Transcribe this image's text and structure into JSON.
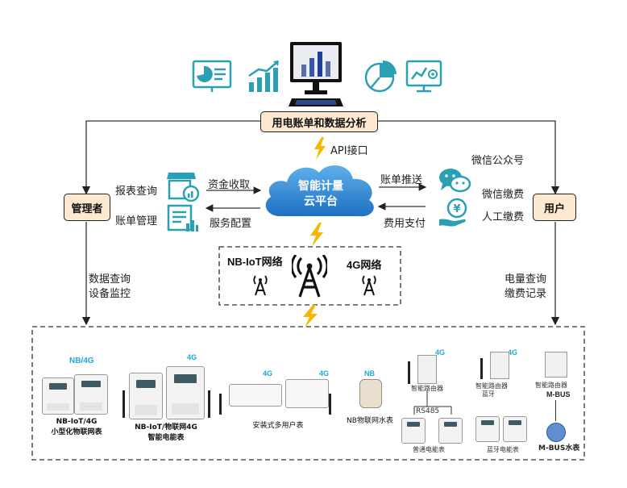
{
  "top": {
    "title_box": "用电账单和数据分析",
    "api_label": "API接口"
  },
  "cloud": {
    "line1": "智能计量",
    "line2": "云平台"
  },
  "manager": {
    "box": "管理者",
    "report_query": "报表查询",
    "bill_mgmt": "账单管理",
    "fund_collect": "资金收取",
    "service_config": "服务配置",
    "data_query": "数据查询",
    "device_monitor": "设备监控"
  },
  "user": {
    "box": "用户",
    "bill_push": "账单推送",
    "fee_payment": "费用支付",
    "wechat_official": "微信公众号",
    "wechat_pay": "微信缴费",
    "manual_pay": "人工缴费",
    "power_query": "电量查询",
    "payment_record": "缴费记录"
  },
  "network": {
    "nbiot": "NB-IoT网络",
    "g4": "4G网络"
  },
  "devices": {
    "nb4g_tag": "NB/4G",
    "small_meter_line1": "NB-IoT/4G",
    "small_meter_line2": "小型化物联网表",
    "smart_meter_line1": "NB-IoT/物联网4G",
    "smart_meter_line2": "智能电能表",
    "rail_meter": "安装式多用户表",
    "nb_tag": "NB",
    "nb_water": "NB物联网水表",
    "router1": "智能路由器",
    "rs485": "RS485",
    "normal_meter": "普通电能表",
    "router2_line1": "智能路由器",
    "router2_line2": "蓝牙",
    "bt_meter": "蓝牙电能表",
    "router3": "智能路由器",
    "mbus": "M-BUS",
    "mbus_water": "M-BUS水表",
    "tag_4g": "4G"
  },
  "colors": {
    "teal_icon": "#2aa0b5",
    "box_fill": "#fde9cf",
    "cloud_blue": "#1f78c8",
    "bolt": "#f5b800",
    "tower": "#111111"
  },
  "icons": [
    "presentation-chart-icon",
    "growth-chart-icon",
    "computer-monitor-icon",
    "pie-chart-icon",
    "monitor-settings-icon",
    "shop-chart-icon",
    "report-list-icon",
    "wechat-icon",
    "yuan-hand-icon",
    "lightning-icon",
    "signal-tower-icon"
  ]
}
